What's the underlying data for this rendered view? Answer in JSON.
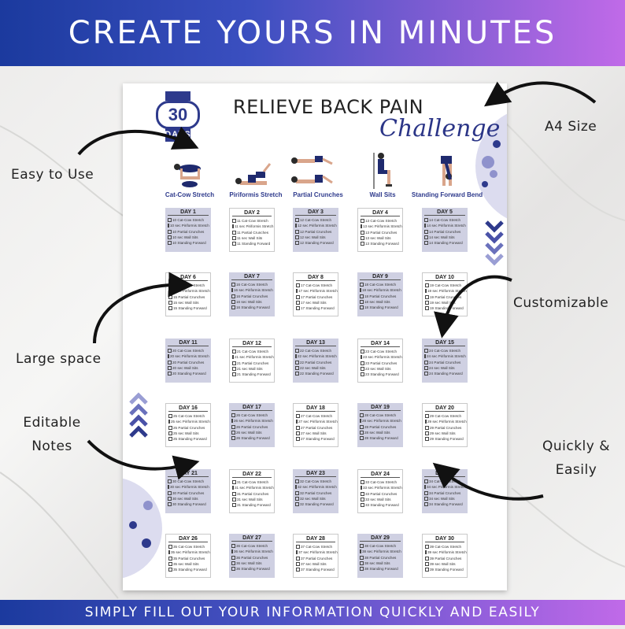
{
  "banner": {
    "title": "CREATE YOURS IN MINUTES",
    "footer": "SIMPLY FILL OUT YOUR INFORMATION QUICKLY AND EASILY"
  },
  "callouts": {
    "easy": "Easy to Use",
    "a4": "A4 Size",
    "custom": "Customizable",
    "large": "Large space",
    "editable_1": "Editable",
    "editable_2": "Notes",
    "quickly_1": "Quickly &",
    "quickly_2": "Easily"
  },
  "planner": {
    "badge_number": "30",
    "badge_label": "DAYS",
    "title": "RELIEVE BACK PAIN",
    "subtitle": "Challenge",
    "exercises": [
      "Cat-Cow Stretch",
      "Piriformis Stretch",
      "Partial Crunches",
      "Wall Sits",
      "Standing Forward Bend"
    ],
    "days": [
      {
        "label": "DAY 1",
        "items": [
          "10 Cat-Cow Stretch",
          "10 sec Piriformis Stretch",
          "10 Partial Crunches",
          "10 sec Wall Sits",
          "10 Standing Forward"
        ]
      },
      {
        "label": "DAY 2",
        "items": [
          "11 Cat-Cow Stretch",
          "11 sec Piriformis Stretch",
          "11 Partial Crunches",
          "11 sec Wall Sits",
          "11 Standing Forward"
        ]
      },
      {
        "label": "DAY 3",
        "items": [
          "12 Cat-Cow Stretch",
          "12 sec Piriformis Stretch",
          "12 Partial Crunches",
          "12 sec Wall Sits",
          "12 Standing Forward"
        ]
      },
      {
        "label": "DAY 4",
        "items": [
          "13 Cat-Cow Stretch",
          "13 sec Piriformis Stretch",
          "13 Partial Crunches",
          "13 sec Wall Sits",
          "13 Standing Forward"
        ]
      },
      {
        "label": "DAY 5",
        "items": [
          "14 Cat-Cow Stretch",
          "14 sec Piriformis Stretch",
          "14 Partial Crunches",
          "14 sec Wall Sits",
          "14 Standing Forward"
        ]
      },
      {
        "label": "DAY 6",
        "items": [
          "15 Cat-Cow Stretch",
          "15 sec Piriformis Stretch",
          "15 Partial Crunches",
          "15 sec Wall Sits",
          "15 Standing Forward"
        ]
      },
      {
        "label": "DAY 7",
        "items": [
          "16 Cat-Cow Stretch",
          "16 sec Piriformis Stretch",
          "16 Partial Crunches",
          "16 sec Wall Sits",
          "16 Standing Forward"
        ]
      },
      {
        "label": "DAY 8",
        "items": [
          "17 Cat-Cow Stretch",
          "17 sec Piriformis Stretch",
          "17 Partial Crunches",
          "17 sec Wall Sits",
          "17 Standing Forward"
        ]
      },
      {
        "label": "DAY 9",
        "items": [
          "18 Cat-Cow Stretch",
          "18 sec Piriformis Stretch",
          "18 Partial Crunches",
          "18 sec Wall Sits",
          "18 Standing Forward"
        ]
      },
      {
        "label": "DAY 10",
        "items": [
          "19 Cat-Cow Stretch",
          "19 sec Piriformis Stretch",
          "19 Partial Crunches",
          "19 sec Wall Sits",
          "19 Standing Forward"
        ]
      },
      {
        "label": "DAY 11",
        "items": [
          "20 Cat-Cow Stretch",
          "20 sec Piriformis Stretch",
          "20 Partial Crunches",
          "20 sec Wall Sits",
          "20 Standing Forward"
        ]
      },
      {
        "label": "DAY 12",
        "items": [
          "21 Cat-Cow Stretch",
          "21 sec Piriformis Stretch",
          "21 Partial Crunches",
          "21 sec Wall Sits",
          "21 Standing Forward"
        ]
      },
      {
        "label": "DAY 13",
        "items": [
          "22 Cat-Cow Stretch",
          "22 sec Piriformis Stretch",
          "22 Partial Crunches",
          "22 sec Wall Sits",
          "22 Standing Forward"
        ]
      },
      {
        "label": "DAY 14",
        "items": [
          "23 Cat-Cow Stretch",
          "23 sec Piriformis Stretch",
          "23 Partial Crunches",
          "23 sec Wall Sits",
          "23 Standing Forward"
        ]
      },
      {
        "label": "DAY 15",
        "items": [
          "24 Cat-Cow Stretch",
          "24 sec Piriformis Stretch",
          "24 Partial Crunches",
          "24 sec Wall Sits",
          "24 Standing Forward"
        ]
      },
      {
        "label": "DAY 16",
        "items": [
          "25 Cat-Cow Stretch",
          "25 sec Piriformis Stretch",
          "25 Partial Crunches",
          "25 sec Wall Sits",
          "25 Standing Forward"
        ]
      },
      {
        "label": "DAY 17",
        "items": [
          "26 Cat-Cow Stretch",
          "26 sec Piriformis Stretch",
          "26 Partial Crunches",
          "26 sec Wall Sits",
          "26 Standing Forward"
        ]
      },
      {
        "label": "DAY 18",
        "items": [
          "27 Cat-Cow Stretch",
          "27 sec Piriformis Stretch",
          "27 Partial Crunches",
          "27 sec Wall Sits",
          "27 Standing Forward"
        ]
      },
      {
        "label": "DAY 19",
        "items": [
          "28 Cat-Cow Stretch",
          "28 sec Piriformis Stretch",
          "28 Partial Crunches",
          "28 sec Wall Sits",
          "28 Standing Forward"
        ]
      },
      {
        "label": "DAY 20",
        "items": [
          "29 Cat-Cow Stretch",
          "29 sec Piriformis Stretch",
          "29 Partial Crunches",
          "29 sec Wall Sits",
          "29 Standing Forward"
        ]
      },
      {
        "label": "DAY 21",
        "items": [
          "30 Cat-Cow Stretch",
          "30 sec Piriformis Stretch",
          "30 Partial Crunches",
          "30 sec Wall Sits",
          "30 Standing Forward"
        ]
      },
      {
        "label": "DAY 22",
        "items": [
          "31 Cat-Cow Stretch",
          "31 sec Piriformis Stretch",
          "31 Partial Crunches",
          "31 sec Wall Sits",
          "31 Standing Forward"
        ]
      },
      {
        "label": "DAY 23",
        "items": [
          "32 Cat-Cow Stretch",
          "32 sec Piriformis Stretch",
          "32 Partial Crunches",
          "32 sec Wall Sits",
          "32 Standing Forward"
        ]
      },
      {
        "label": "DAY 24",
        "items": [
          "33 Cat-Cow Stretch",
          "33 sec Piriformis Stretch",
          "33 Partial Crunches",
          "33 sec Wall Sits",
          "33 Standing Forward"
        ]
      },
      {
        "label": "DAY 25",
        "items": [
          "34 Cat-Cow Stretch",
          "34 sec Piriformis Stretch",
          "34 Partial Crunches",
          "34 sec Wall Sits",
          "34 Standing Forward"
        ]
      },
      {
        "label": "DAY 26",
        "items": [
          "35 Cat-Cow Stretch",
          "35 sec Piriformis Stretch",
          "35 Partial Crunches",
          "35 sec Wall Sits",
          "35 Standing Forward"
        ]
      },
      {
        "label": "DAY 27",
        "items": [
          "36 Cat-Cow Stretch",
          "36 sec Piriformis Stretch",
          "36 Partial Crunches",
          "36 sec Wall Sits",
          "36 Standing Forward"
        ]
      },
      {
        "label": "DAY 28",
        "items": [
          "37 Cat-Cow Stretch",
          "37 sec Piriformis Stretch",
          "37 Partial Crunches",
          "37 sec Wall Sits",
          "37 Standing Forward"
        ]
      },
      {
        "label": "DAY 29",
        "items": [
          "38 Cat-Cow Stretch",
          "38 sec Piriformis Stretch",
          "38 Partial Crunches",
          "38 sec Wall Sits",
          "38 Standing Forward"
        ]
      },
      {
        "label": "DAY 30",
        "items": [
          "39 Cat-Cow Stretch",
          "39 sec Piriformis Stretch",
          "39 Partial Crunches",
          "39 sec Wall Sits",
          "39 Standing Forward"
        ]
      }
    ]
  },
  "colors": {
    "navy": "#2e3a8c",
    "lavender": "#dcdcef",
    "card_shade": "#cfd0e2",
    "banner_start": "#1b3a9e",
    "banner_end": "#c06ae8"
  }
}
